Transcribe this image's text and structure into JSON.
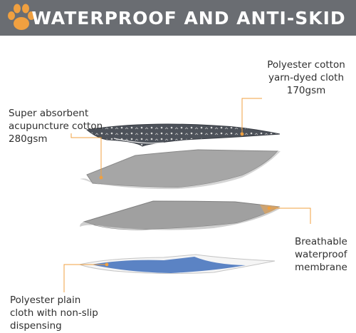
{
  "banner": {
    "title": "WATERPROOF AND ANTI-SKID",
    "background_color": "#6a6d72",
    "logo_icon": "paw-print-icon",
    "logo_color": "#f0a040"
  },
  "layers": [
    {
      "name": "top",
      "label_lines": [
        "Polyester cotton",
        "yarn-dyed cloth",
        "170gsm"
      ],
      "color": "#4a4f57"
    },
    {
      "name": "absorbent",
      "label_lines": [
        "Super absorbent",
        "acupuncture cotton",
        "280gsm"
      ],
      "color": "#aaaaaa"
    },
    {
      "name": "membrane",
      "label_lines": [
        "Breathable",
        "waterproof",
        "membrane"
      ],
      "color": "#a0a0a0"
    },
    {
      "name": "bottom",
      "label_lines": [
        "Polyester plain",
        "cloth with non-slip",
        "dispensing"
      ],
      "color": "#5b83c4"
    }
  ],
  "leader_color": "#f0a040"
}
